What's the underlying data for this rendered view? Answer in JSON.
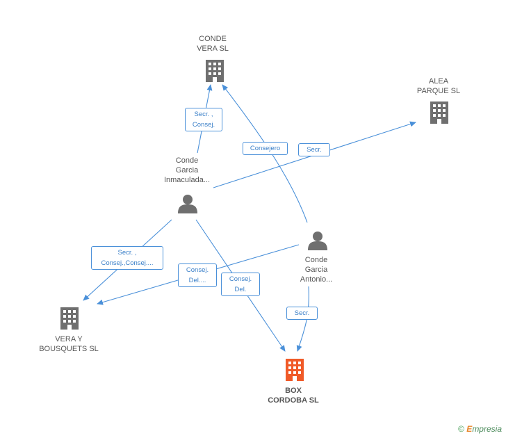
{
  "colors": {
    "edge": "#4a90d9",
    "node_gray": "#6f6f6f",
    "node_main": "#f05a28",
    "label": "#555555"
  },
  "nodes": {
    "conde_vera": {
      "label_line1": "CONDE",
      "label_line2": "VERA SL",
      "icon": "building-icon"
    },
    "alea_parque": {
      "label_line1": "ALEA",
      "label_line2": "PARQUE SL",
      "icon": "building-icon"
    },
    "inmaculada": {
      "label_line1": "Conde",
      "label_line2": "Garcia",
      "label_line3": "Inmaculada...",
      "icon": "person-icon"
    },
    "antonio": {
      "label_line1": "Conde",
      "label_line2": "Garcia",
      "label_line3": "Antonio...",
      "icon": "person-icon"
    },
    "vera_bousquets": {
      "label_line1": "VERA Y",
      "label_line2": "BOUSQUETS SL",
      "icon": "building-icon"
    },
    "box_cordoba": {
      "label_line1": "BOX",
      "label_line2": "CORDOBA SL",
      "icon": "building-icon"
    }
  },
  "edges": {
    "inm_conde": {
      "line1": "Secr. ,",
      "line2": "Consej."
    },
    "ant_conde": {
      "line1": "Consejero"
    },
    "inm_alea": {
      "line1": "Secr."
    },
    "inm_vera": {
      "line1": "Secr. ,",
      "line2": "Consej.,Consej...."
    },
    "ant_vera": {
      "line1": "Consej.",
      "line2": "Del...."
    },
    "inm_box": {
      "line1": "Consej.",
      "line2": "Del."
    },
    "ant_box": {
      "line1": "Secr."
    }
  },
  "watermark": {
    "copyright": "©",
    "brand_first": "E",
    "brand_rest": "mpresia"
  }
}
